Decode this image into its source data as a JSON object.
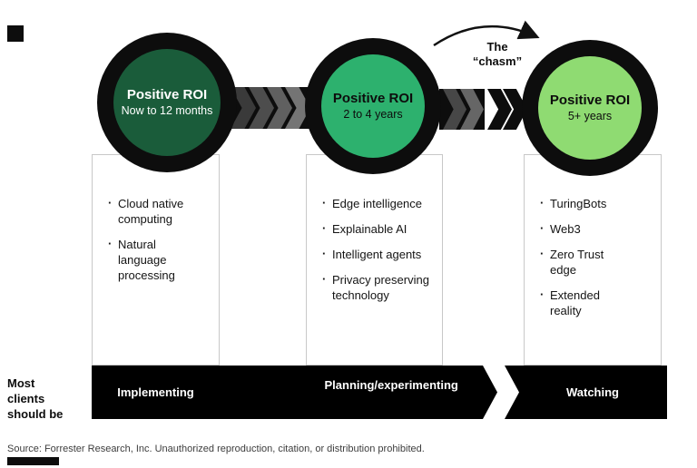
{
  "stages": [
    {
      "title": "Positive ROI",
      "subtitle": "Now to 12 months",
      "items": [
        "Cloud native computing",
        "Natural language processing"
      ],
      "band_label": "Implementing",
      "inner_color": "#1a5c3a"
    },
    {
      "title": "Positive ROI",
      "subtitle": "2 to 4 years",
      "items": [
        "Edge intelligence",
        "Explainable AI",
        "Intelligent agents",
        "Privacy preserving technology"
      ],
      "band_label": "Planning/experimenting",
      "inner_color": "#2db16e"
    },
    {
      "title": "Positive ROI",
      "subtitle": "5+ years",
      "items": [
        "TuringBots",
        "Web3",
        "Zero Trust edge",
        "Extended reality"
      ],
      "band_label": "Watching",
      "inner_color": "#8fdb72"
    }
  ],
  "chasm": {
    "line1": "The",
    "line2": "“chasm”"
  },
  "left_caption": {
    "line1": "Most",
    "line2": "clients",
    "line3": "should be"
  },
  "source": "Source: Forrester Research, Inc. Unauthorized reproduction, citation, or distribution prohibited.",
  "colors": {
    "ring": "#0d0d0d",
    "stage1_inner": "#1a5c3a",
    "stage2_inner": "#2db16e",
    "stage3_inner": "#8fdb72",
    "bar": "#000000"
  }
}
